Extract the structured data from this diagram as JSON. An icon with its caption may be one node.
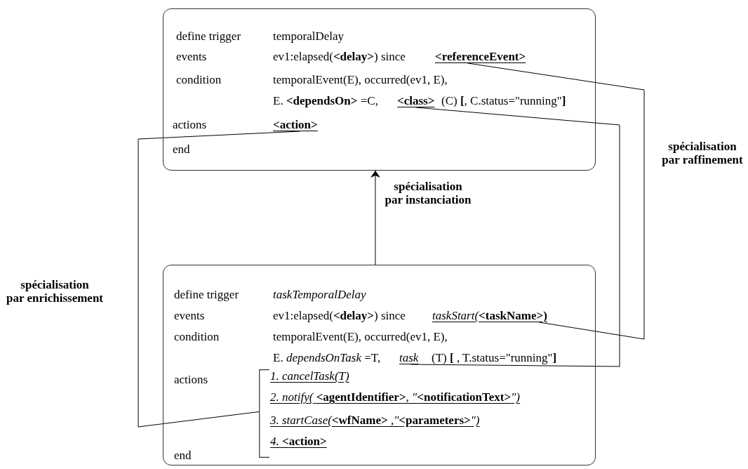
{
  "diagram": {
    "nodes": [
      {
        "text": [
          "define trigger",
          "temporalDelay",
          "events",
          "ev1:elapsed(**<delay>**) since",
          "condition",
          "temporalEvent(E), occurred(ev1, E),",
          "E. **<dependsOn>** =C,",
          "(C)  **[**, C.status=\"running\"**]**",
          "actions",
          "end"
        ]
      },
      {
        "text": [
          "<referenceEvent>"
        ],
        "in": 0
      },
      {
        "text": [
          "<class>"
        ],
        "in": 0
      },
      {
        "text": [
          "<action>"
        ],
        "in": 0
      },
      {
        "text": [
          "define trigger",
          "taskTemporalDelay",
          "events",
          "ev1:elapsed(**<delay>**) since",
          "condition",
          "temporalEvent(E), occurred(ev1, E),",
          "E. *dependsOnTask* =T,",
          "(T)  **[** , T.status=\"running\"**]**",
          "actions",
          "end"
        ]
      },
      {
        "text": [
          "taskStart(**<taskName>)**"
        ],
        "in": 4
      },
      {
        "text": [
          "task"
        ],
        "in": 4
      },
      {
        "text": [
          "1. cancelTask(T)",
          "2. notify( **<agentIdentifier>**, \"**<notificationText>**\")",
          "3. startCase(**<wfName>** ,\"**<parameters>**\")",
          "4. **<action>**"
        ],
        "in": 4
      }
    ],
    "edges": [
      {
        "from": 4,
        "to": 0,
        "arrow": "to",
        "label": "spécialisation par instanciation"
      },
      {
        "from": 1,
        "to": 5,
        "arrow": "none",
        "label": "spécialisation par raffinement"
      },
      {
        "from": 2,
        "to": 6,
        "arrow": "none"
      },
      {
        "from": 3,
        "to": 7,
        "arrow": "none",
        "label": "spécialisation par enrichissement"
      }
    ]
  }
}
